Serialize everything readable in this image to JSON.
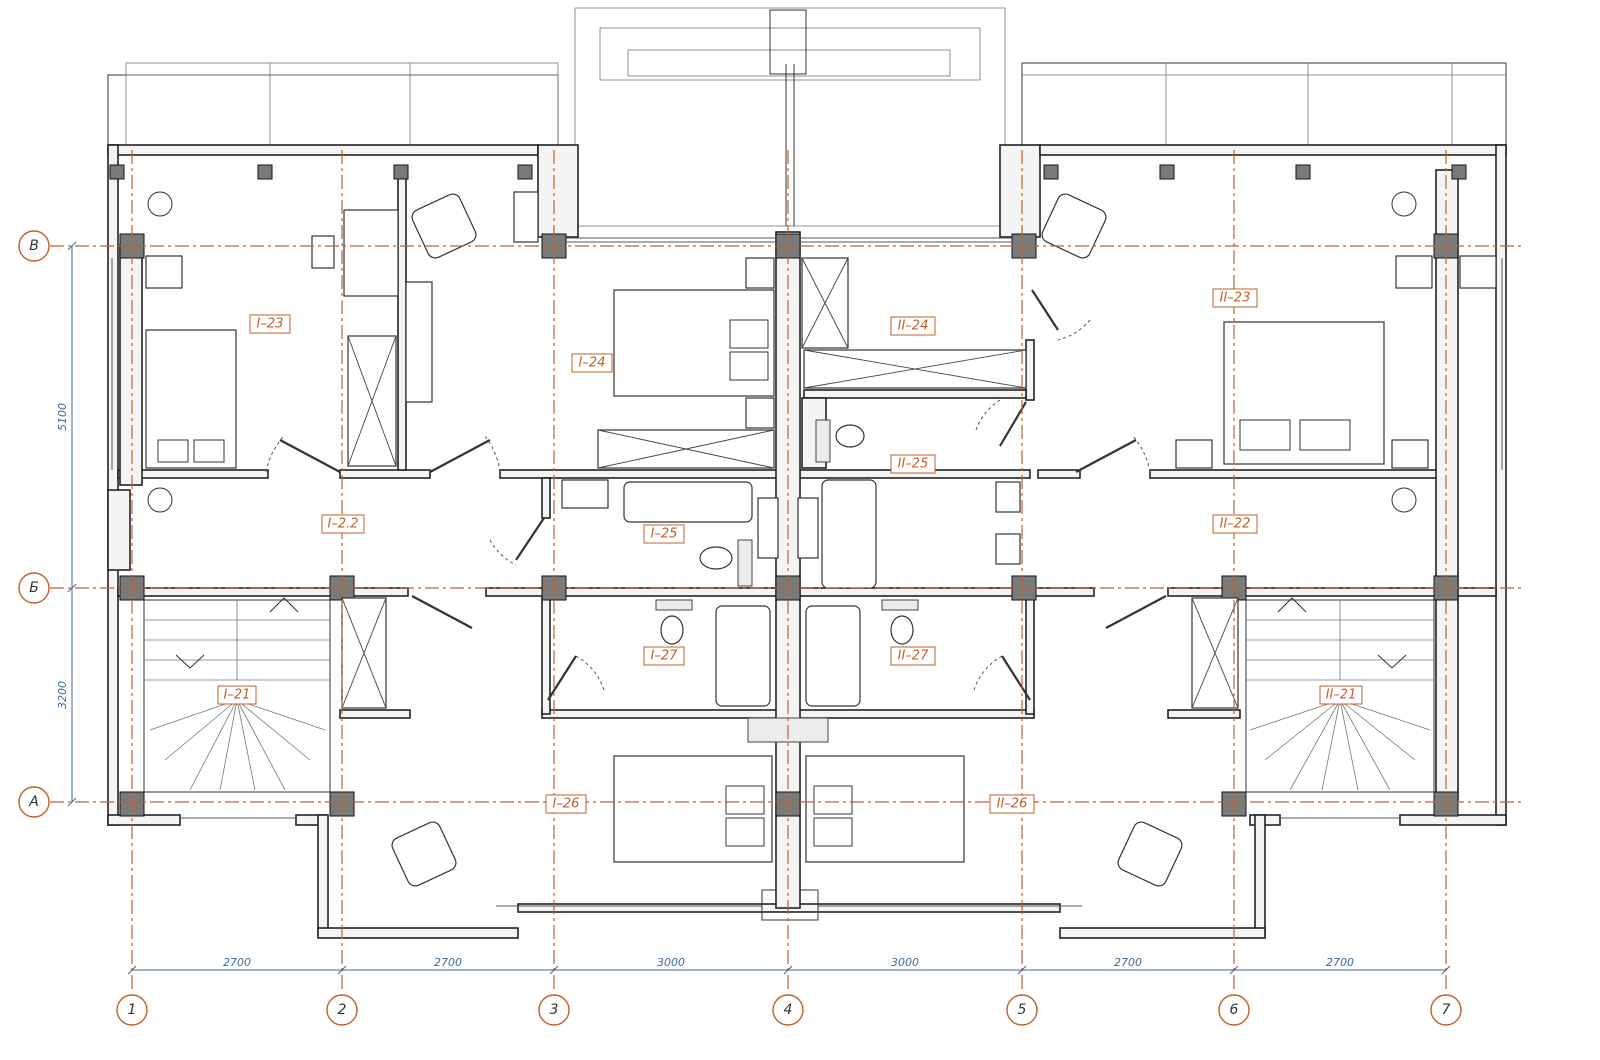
{
  "grid": {
    "vertical_axes": [
      "1",
      "2",
      "3",
      "4",
      "5",
      "6",
      "7"
    ],
    "horizontal_axes": [
      "В",
      "Б",
      "А"
    ]
  },
  "dimensions": {
    "horizontal": [
      "2700",
      "2700",
      "3000",
      "3000",
      "2700",
      "2700"
    ],
    "vertical": [
      "5100",
      "3200"
    ]
  },
  "rooms": {
    "r_I21": "I–21",
    "r_I22": "I–2.2",
    "r_I23": "I–23",
    "r_I24": "I–24",
    "r_I25": "I–25",
    "r_I26": "I–26",
    "r_I27": "I–27",
    "r_II21": "II–21",
    "r_II22": "II–22",
    "r_II23": "II–23",
    "r_II24": "II–24",
    "r_II25": "II–25",
    "r_II26": "II–26",
    "r_II27": "II–27"
  },
  "colors": {
    "axis": "#c0602a",
    "dimension": "#3a6a9a",
    "wall": "#222222",
    "room_label": "#c0602a"
  }
}
